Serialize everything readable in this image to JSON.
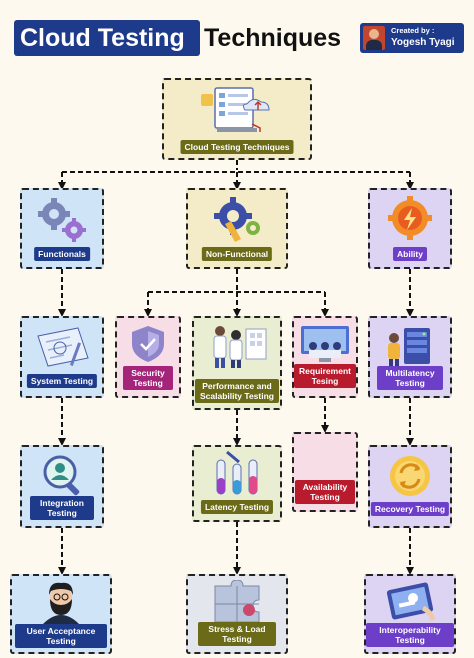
{
  "header": {
    "title_highlight": "Cloud Testing",
    "title_rest": "Techniques",
    "author_caption": "Created by :",
    "author_name": "Yogesh Tyagi"
  },
  "nodes": {
    "root": "Cloud Testing Techniques",
    "functionals": "Functionals",
    "non_functional": "Non-Functional",
    "ability": "Ability",
    "system_testing": "System Testing",
    "security_testing": "Security Testing",
    "performance_testing": "Performance and Scalability Testing",
    "requirement_testing": "Requirement Tesing",
    "multilatency_testing": "Multilatency Testing",
    "integration_testing": "Integration Testing",
    "latency_testing": "Latency Testing",
    "availability_testing": "Availability Testing",
    "recovery_testing": "Recovery Testing",
    "user_acceptance_testing": "User Acceptance Testing",
    "stress_load_testing": "Stress & Load Testing",
    "interoperability_testing": "Interoperability Testing"
  },
  "icons": {
    "root": "laptop-checklist-icon",
    "functionals": "gears-icon",
    "non_functional": "wrench-gear-icon",
    "ability": "lightning-gear-icon",
    "system_testing": "blueprint-icon",
    "security_testing": "shield-icon",
    "performance_testing": "scientists-icon",
    "requirement_testing": "monitor-team-icon",
    "multilatency_testing": "server-person-icon",
    "integration_testing": "magnifier-person-icon",
    "latency_testing": "test-tubes-icon",
    "recovery_testing": "refresh-icon",
    "user_acceptance_testing": "bearded-user-icon",
    "stress_load_testing": "puzzle-icon",
    "interoperability_testing": "tablet-icon"
  },
  "colors": {
    "title_bg": "#1e3a8a",
    "page_bg": "#fdf9ee",
    "label_olive": "#6b6a18",
    "label_navy": "#1e3a8a",
    "label_purple": "#6d3fc9",
    "label_magenta": "#a4247a",
    "label_red": "#b81c2c"
  }
}
